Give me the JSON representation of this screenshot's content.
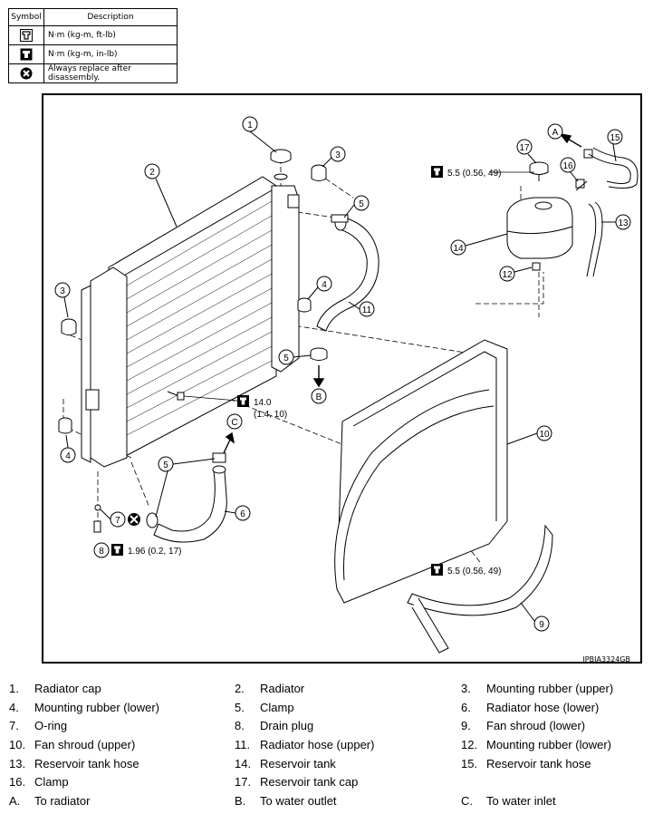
{
  "legend": {
    "header_symbol": "Symbol",
    "header_description": "Description",
    "rows": [
      {
        "icon": "torque-wrench-icon",
        "description": "N·m (kg-m, ft-lb)"
      },
      {
        "icon": "torque-wrench-small-icon",
        "description": "N·m (kg-m, in-lb)"
      },
      {
        "icon": "always-replace-icon",
        "description": "Always replace after disassembly."
      }
    ]
  },
  "callouts": {
    "c1": "1",
    "c2": "2",
    "c3a": "3",
    "c3b": "3",
    "c4a": "4",
    "c4b": "4",
    "c5a": "5",
    "c5b": "5",
    "c5c": "5",
    "c6": "6",
    "c7": "7",
    "c8": "8",
    "c9": "9",
    "c10": "10",
    "c11": "11",
    "c12": "12",
    "c13": "13",
    "c14": "14",
    "c15": "15",
    "c16": "16",
    "c17": "17",
    "cA": "A",
    "cB": "B",
    "cC": "C"
  },
  "torques": {
    "reservoir": "5.5 (0.56, 49)",
    "radiator_line1": "14.0",
    "radiator_line2": "(1.4, 10)",
    "drain": "1.96 (0.2, 17)",
    "shroud": "5.5 (0.56, 49)"
  },
  "figure_code": "JPBIA3324GB",
  "parts": [
    [
      {
        "num": "1.",
        "label": "Radiator cap"
      },
      {
        "num": "2.",
        "label": "Radiator"
      },
      {
        "num": "3.",
        "label": "Mounting rubber (upper)"
      }
    ],
    [
      {
        "num": "4.",
        "label": "Mounting rubber (lower)"
      },
      {
        "num": "5.",
        "label": "Clamp"
      },
      {
        "num": "6.",
        "label": "Radiator hose (lower)"
      }
    ],
    [
      {
        "num": "7.",
        "label": "O-ring"
      },
      {
        "num": "8.",
        "label": "Drain plug"
      },
      {
        "num": "9.",
        "label": "Fan shroud (lower)"
      }
    ],
    [
      {
        "num": "10.",
        "label": "Fan shroud (upper)"
      },
      {
        "num": "11.",
        "label": "Radiator hose (upper)"
      },
      {
        "num": "12.",
        "label": "Mounting rubber (lower)"
      }
    ],
    [
      {
        "num": "13.",
        "label": "Reservoir tank hose"
      },
      {
        "num": "14.",
        "label": "Reservoir tank"
      },
      {
        "num": "15.",
        "label": "Reservoir tank hose"
      }
    ],
    [
      {
        "num": "16.",
        "label": "Clamp"
      },
      {
        "num": "17.",
        "label": "Reservoir tank cap"
      }
    ],
    [
      {
        "num": "A.",
        "label": "To radiator"
      },
      {
        "num": "B.",
        "label": "To water outlet"
      },
      {
        "num": "C.",
        "label": "To water inlet"
      }
    ]
  ]
}
